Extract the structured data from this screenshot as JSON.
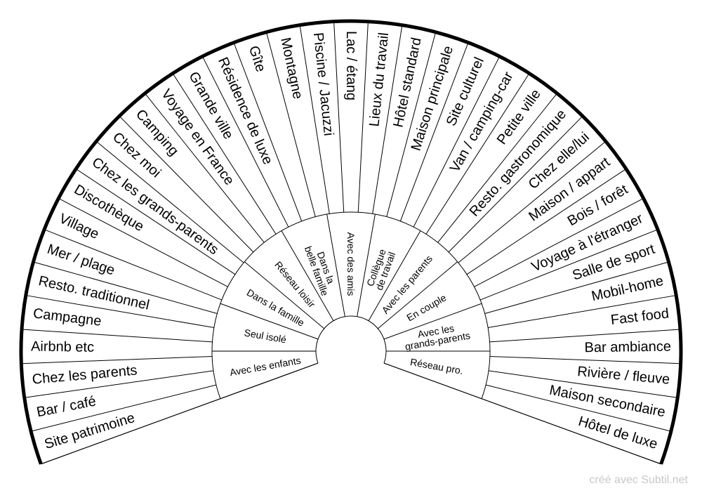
{
  "outer_ring": [
    "Site patrimoine",
    "Bar / café",
    "Chez les parents",
    "Airbnb etc",
    "Campagne",
    "Resto. traditionnel",
    "Mer / plage",
    "Village",
    "Discothèque",
    "Chez les grands-parents",
    "Chez moi",
    "Camping",
    "Voyage en France",
    "Grande ville",
    "Résidence de luxe",
    "Gîte",
    "Montagne",
    "Piscine / Jacuzzi",
    "Lac / étang",
    "Lieux du travail",
    "Hôtel standard",
    "Maison principale",
    "Site culturel",
    "Van / camping-car",
    "Petite ville",
    "Resto. gastronomique",
    "Chez elle/lui",
    "Maison / appart",
    "Bois / forêt",
    "Voyage à l'étranger",
    "Salle de sport",
    "Mobil-home",
    "Fast food",
    "Bar ambiance",
    "Rivière / fleuve",
    "Maison secondaire",
    "Hôtel de luxe"
  ],
  "inner_ring": [
    [
      "Avec les enfants"
    ],
    [
      "Seul isolé"
    ],
    [
      "Dans la famille"
    ],
    [
      "Réseau loisir"
    ],
    [
      "Dans la",
      "belle famille"
    ],
    [
      "Avec des amis"
    ],
    [
      "Collègue",
      "de travail"
    ],
    [
      "Avec les parents"
    ],
    [
      "En couple"
    ],
    [
      "Avec les",
      "grands-parents"
    ],
    [
      "Réseau pro."
    ]
  ],
  "credit": "créé avec Subtil.net"
}
